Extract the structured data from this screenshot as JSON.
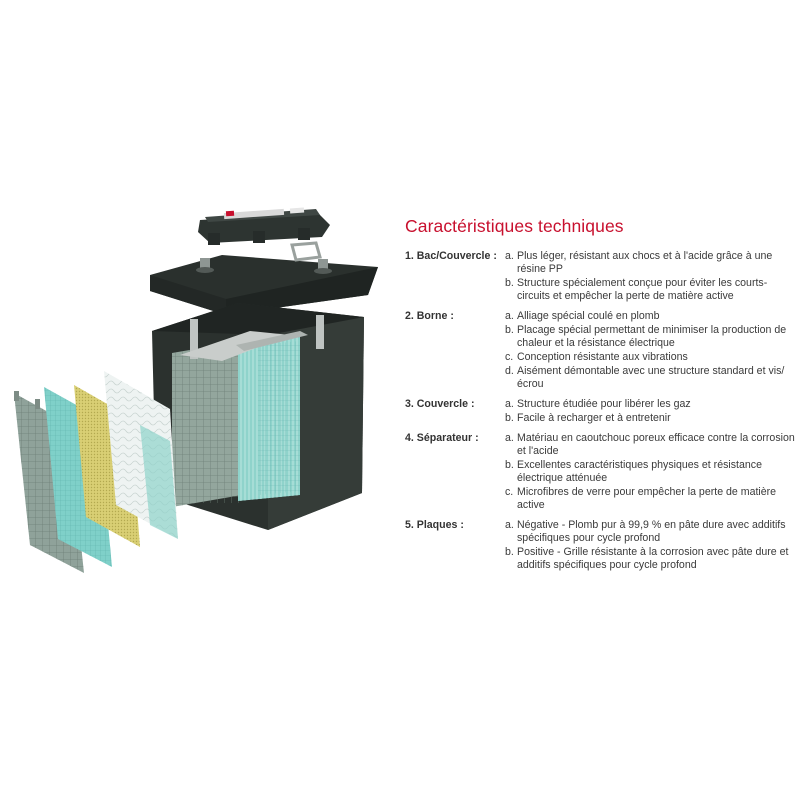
{
  "colors": {
    "title": "#c8102e",
    "battery_body": "#2b312e",
    "plate_grey": "#8fa29a",
    "separator_teal": "#7fd0c9",
    "mat_yellow": "#d9cf74"
  },
  "title": "Caractéristiques techniques",
  "sections": [
    {
      "label": "1. Bac/Couvercle :",
      "items": [
        {
          "letter": "a.",
          "text": "Plus léger, résistant aux chocs et à l'acide grâce à une résine PP"
        },
        {
          "letter": "b.",
          "text": "Structure spécialement conçue pour éviter les courts-circuits et empêcher la perte de matière active"
        }
      ]
    },
    {
      "label": "2. Borne :",
      "items": [
        {
          "letter": "a.",
          "text": "Alliage spécial coulé en plomb"
        },
        {
          "letter": "b.",
          "text": "Placage spécial permettant de minimiser la production de chaleur et la résistance électrique"
        },
        {
          "letter": "c.",
          "text": "Conception résistante aux vibrations"
        },
        {
          "letter": "d.",
          "text": "Aisément démontable avec une structure standard et vis/écrou"
        }
      ]
    },
    {
      "label": "3. Couvercle :",
      "items": [
        {
          "letter": "a.",
          "text": "Structure étudiée pour libérer les gaz"
        },
        {
          "letter": "b.",
          "text": "Facile à recharger et à entretenir"
        }
      ]
    },
    {
      "label": "4. Séparateur :",
      "items": [
        {
          "letter": "a.",
          "text": "Matériau en caoutchouc poreux efficace contre la corrosion et l'acide"
        },
        {
          "letter": "b.",
          "text": "Excellentes caractéristiques physiques et résistance électrique atténuée"
        },
        {
          "letter": "c.",
          "text": "Microfibres de verre pour empêcher la perte de matière active"
        }
      ]
    },
    {
      "label": "5. Plaques :",
      "items": [
        {
          "letter": "a.",
          "text": "Négative - Plomb pur à 99,9 % en pâte dure avec additifs spécifiques pour cycle profond"
        },
        {
          "letter": "b.",
          "text": "Positive - Grille résistante à la corrosion avec pâte dure et additifs spécifiques pour cycle profond"
        }
      ]
    }
  ]
}
